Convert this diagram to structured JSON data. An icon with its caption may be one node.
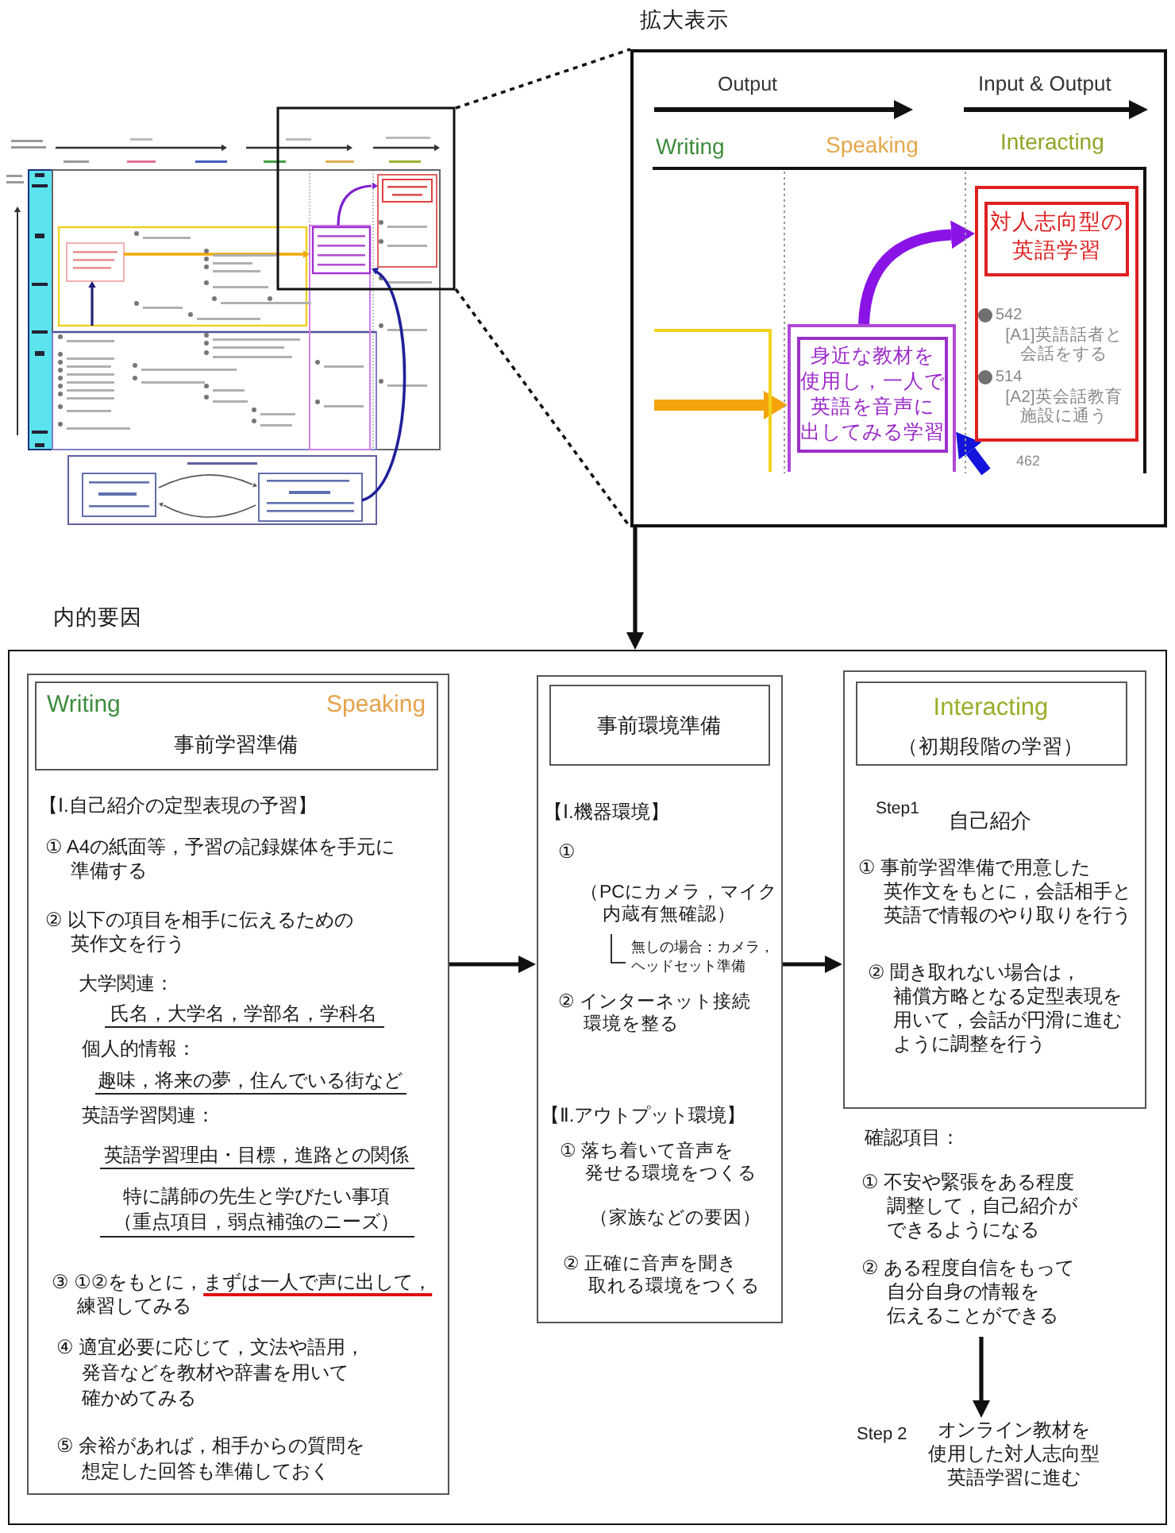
{
  "diagram": {
    "nodes": [
      {
        "text": [],
        "shape": "picture"
      },
      {
        "text": [
          "拡大表示"
        ]
      },
      {
        "text": [],
        "shape": "box",
        "in": 1
      },
      {
        "text": [],
        "shape": "box",
        "in": 1
      },
      {
        "text": [
          "身近な教材を使用し，一人で英語を音声に出してみる学習"
        ],
        "in": 3
      },
      {
        "text": [
          "542",
          "[A1]英語話者と会話をする",
          "514",
          "[A2]英会話教育施設に通う"
        ],
        "in": 1
      },
      {
        "text": [
          "対人志向型の英語学習"
        ],
        "in": 5
      },
      {
        "text": [
          "内的要因"
        ]
      },
      {
        "text": [
          "【Ⅰ.自己紹介の定型表現の予習】",
          "① A4の紙面等，予習の記録媒体を手元に準備する",
          "② 以下の項目を相手に伝えるための英作文を行う",
          "大学関連：",
          "氏名，大学名，学部名，学科名",
          "個人的情報：",
          "趣味，将来の夢，住んでいる街など",
          "英語学習関連：",
          "英語学習理由・目標，進路との関係",
          "特に講師の先生と学びたい事項（重点項目，弱点補強のニーズ）",
          "③ ①②をもとに，まずは一人で声に出して，練習してみる",
          "④ 適宜必要に応じて，文法や語用，発音などを教材や辞書を用いて確かめてみる",
          "⑤ 余裕があれば，相手からの質問を想定した回答も準備しておく"
        ],
        "in": 7
      },
      {
        "text": [
          "Writing",
          "Speaking",
          "事前学習準備"
        ],
        "in": 8
      },
      {
        "text": [
          "【Ⅰ.機器環境】",
          "①",
          "（PCにカメラ，マイク内蔵有無確認）",
          "無しの場合：カメラ，ヘッドセット準備",
          "② インターネット接続環境を整る",
          "【Ⅱ.アウトプット環境】",
          "① 落ち着いて音声を発せる環境をつくる",
          "（家族などの要因）",
          "② 正確に音声を聞き取れる環境をつくる"
        ],
        "in": 7
      },
      {
        "text": [
          "事前環境準備"
        ],
        "in": 10
      },
      {
        "text": [
          "Step1",
          "自己紹介",
          "① 事前学習準備で用意した英作文をもとに，会話相手と英語で情報のやり取りを行う",
          "② 聞き取れない場合は，補償方略となる定型表現を用いて，会話が円滑に進むように調整を行う"
        ],
        "in": 7
      },
      {
        "text": [
          "Interacting",
          "（初期段階の学習）"
        ],
        "in": 12
      },
      {
        "text": [
          "確認項目：",
          "① 不安や緊張をある程度調整して，自己紹介ができるようになる",
          "② ある程度自信をもって自分自身の情報を伝えることができる"
        ],
        "in": 7
      },
      {
        "text": [
          "Step 2",
          "オンライン教材を使用した対人志向型英語学習に進む"
        ],
        "in": 7
      }
    ],
    "edges": [
      {
        "from": 0,
        "to": 1,
        "arrow": "none",
        "style": "dashed"
      },
      {
        "from": 0,
        "to": 1,
        "arrow": "none",
        "style": "dashed"
      },
      {
        "from": 2,
        "to": 3,
        "arrow": "to",
        "style": "thick",
        "color": "#f5a30a"
      },
      {
        "from": 3,
        "to": 5,
        "arrow": "to",
        "style": "thick",
        "color": "#8a14e6"
      },
      {
        "from": null,
        "to": 3,
        "arrow": "to",
        "style": "thick",
        "color": "#1414dc"
      },
      {
        "from": 1,
        "to": 7,
        "arrow": "to"
      },
      {
        "from": 8,
        "to": 10,
        "arrow": "to"
      },
      {
        "from": 10,
        "to": 12,
        "arrow": "to"
      },
      {
        "from": 14,
        "to": 15,
        "arrow": "to"
      }
    ],
    "labels": [
      "Output",
      "Input & Output",
      "Writing",
      "Speaking",
      "Interacting",
      "462"
    ]
  }
}
